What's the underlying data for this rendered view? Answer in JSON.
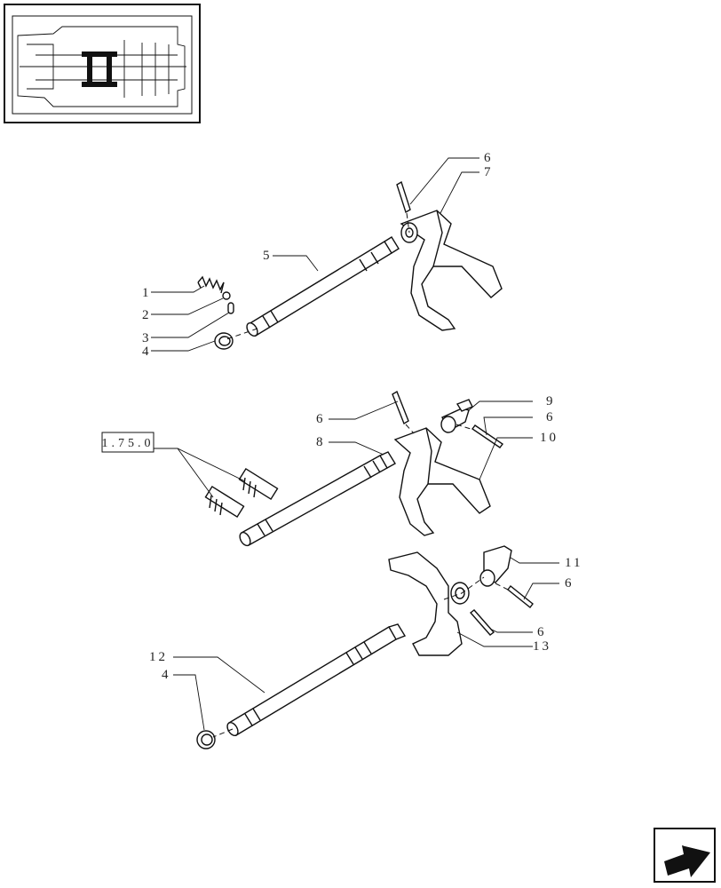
{
  "callouts": {
    "c1": "1",
    "c2": "2",
    "c3": "3",
    "c4a": "4",
    "c5": "5",
    "c6a": "6",
    "c7": "7",
    "c6b": "6",
    "c8": "8",
    "c9": "9",
    "c6c": "6",
    "c10": "10",
    "c11": "11",
    "c6d": "6",
    "c6e": "6",
    "c13": "13",
    "c12": "12",
    "c4b": "4"
  },
  "reference_box": "1.75.0",
  "icons": {
    "locator": "transmission-locator-icon",
    "nav": "next-page-arrow-icon"
  }
}
